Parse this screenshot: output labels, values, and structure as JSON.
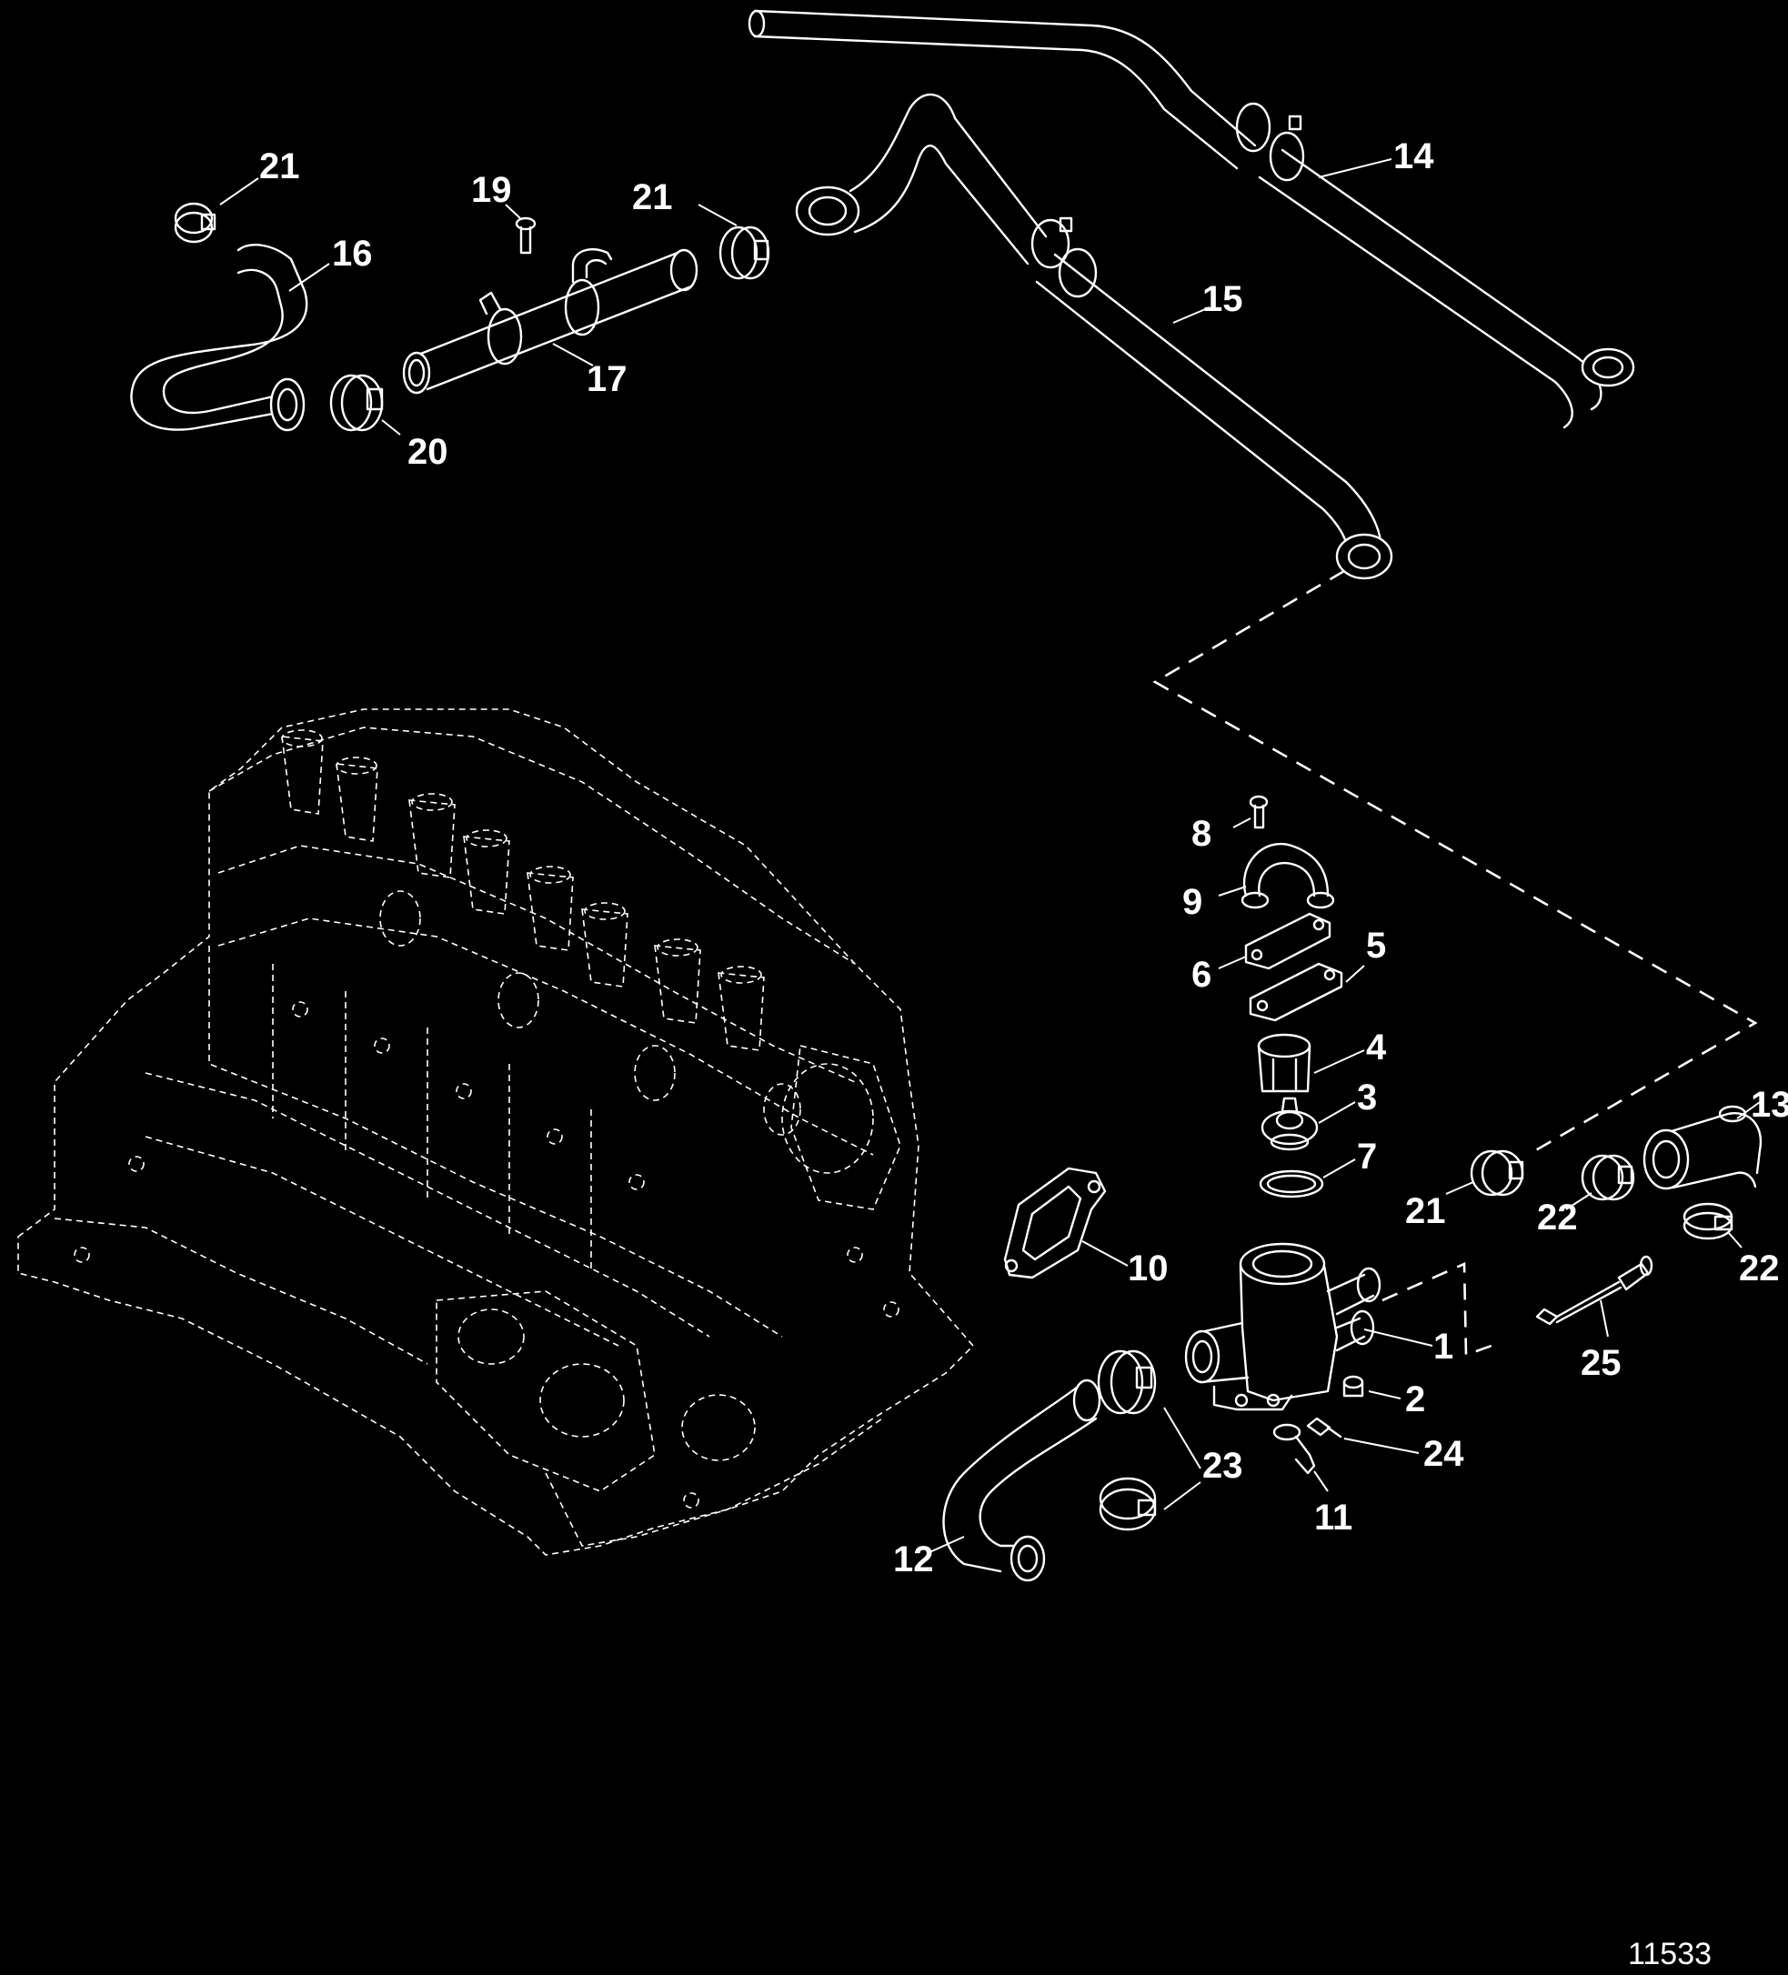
{
  "diagram": {
    "figure_number": "11533",
    "callouts": {
      "c1": "1",
      "c2": "2",
      "c3": "3",
      "c4": "4",
      "c5": "5",
      "c6": "6",
      "c7": "7",
      "c8": "8",
      "c9": "9",
      "c10": "10",
      "c11": "11",
      "c12": "12",
      "c13": "13",
      "c14": "14",
      "c15": "15",
      "c16": "16",
      "c17": "17",
      "c19": "19",
      "c20": "20",
      "c21a": "21",
      "c21b": "21",
      "c21c": "21",
      "c22a": "22",
      "c22b": "22",
      "c23": "23",
      "c24": "24",
      "c25": "25"
    },
    "colors": {
      "background": "#000000",
      "line": "#ffffff"
    }
  }
}
